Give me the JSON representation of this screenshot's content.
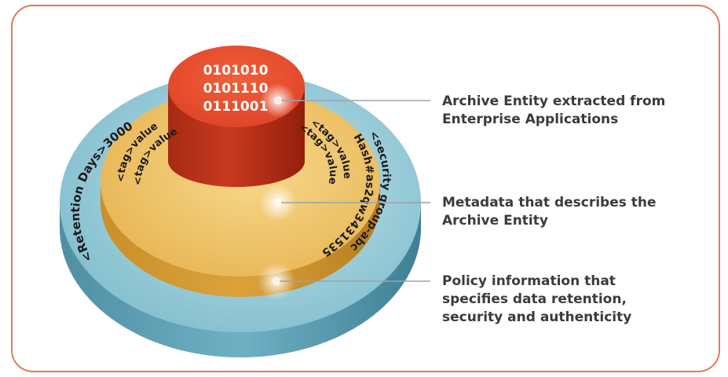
{
  "binary_lines": [
    "0101010",
    "0101110",
    "0111001"
  ],
  "disk_labels": {
    "retention": "<Retention Days>3000",
    "tags_left": [
      "<tag>value",
      "<tag>value"
    ],
    "tags_right": [
      "<tag>value",
      "<tag>value"
    ],
    "security": [
      "<security group-abc",
      "Hash#as2qw3431535"
    ]
  },
  "callouts": [
    {
      "text": "Archive Entity extracted from\nEnterprise Applications"
    },
    {
      "text": "Metadata that describes the\nArchive Entity"
    },
    {
      "text": "Policy information that\nspecifies data retention,\nsecurity and authenticity"
    }
  ],
  "colors": {
    "frame_border": "#e07a55",
    "outer_disk": "#8cc6d6",
    "middle_disk": "#e9b550",
    "core_cylinder": "#d8472a",
    "callout_text": "#3b3b3b"
  }
}
